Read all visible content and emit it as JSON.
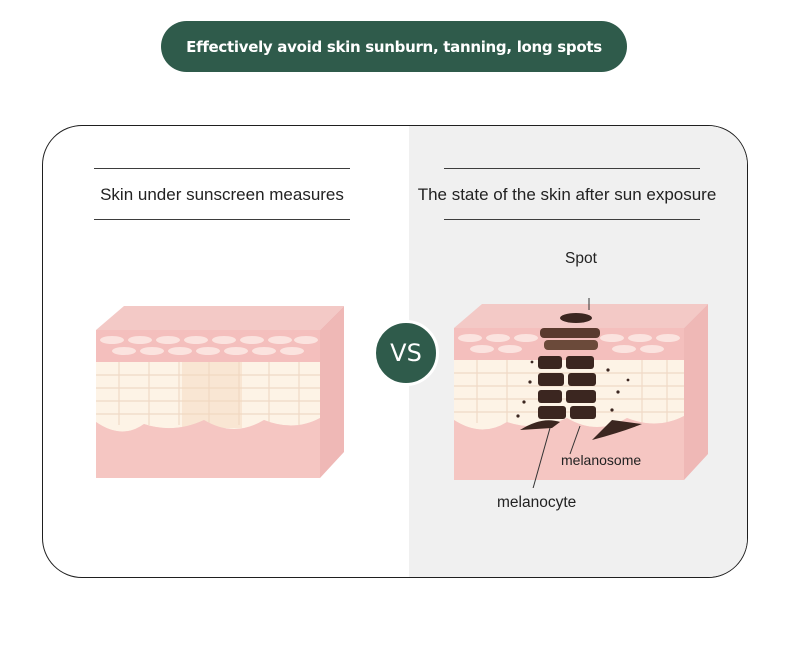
{
  "banner": {
    "text": "Effectively avoid skin sunburn, tanning, long spots"
  },
  "left": {
    "heading": "Skin under sunscreen measures"
  },
  "right": {
    "heading": "The state of the skin after sun exposure",
    "labels": {
      "spot": "Spot",
      "melanosome": "melanosome",
      "melanocyte": "melanocyte"
    }
  },
  "vs": "VS",
  "colors": {
    "accent": "#2f5b4b",
    "skin_top": "#f6c6c4",
    "skin_mid": "#fbe7dc",
    "pigment": "#3b2620"
  }
}
